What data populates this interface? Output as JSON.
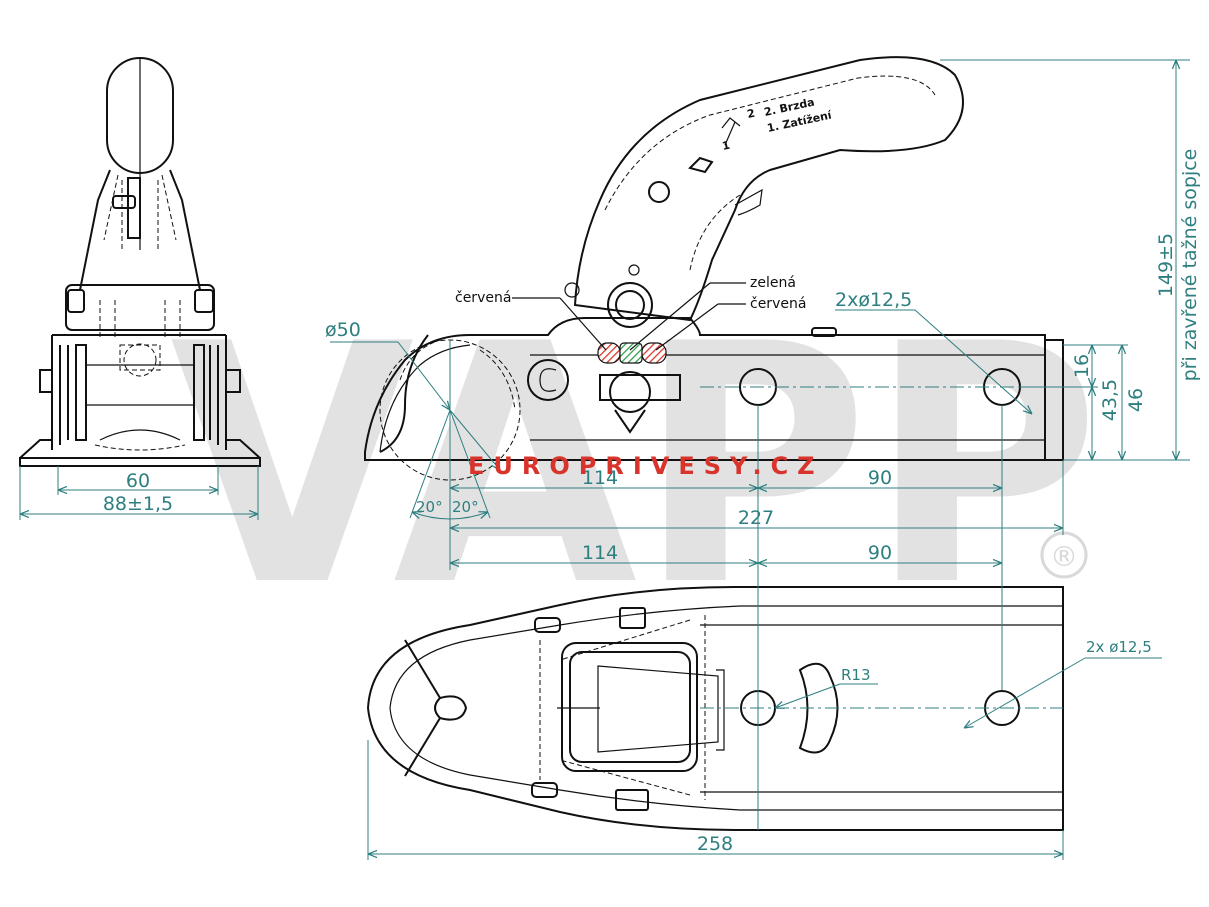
{
  "watermark": {
    "brand": "VAPP",
    "registered": "®"
  },
  "website": {
    "part1": "EUROPRIVESY",
    "dot": ".",
    "part2": "CZ"
  },
  "labels": {
    "cervena_left": "červená",
    "zelena": "zelená",
    "cervena_right": "červená"
  },
  "handle": {
    "text_line1": "2. Brzda",
    "text_line2": "1. Zatížení",
    "step_2": "2",
    "step_1": "1"
  },
  "dimensions": {
    "front_view": {
      "width_60": "60",
      "width_88": "88±1,5"
    },
    "side_view": {
      "ball_dia": "ø50",
      "angle_left": "20°",
      "angle_right": "20°",
      "dist_114": "114",
      "dist_90": "90",
      "len_227": "227",
      "holes": "2xø12,5",
      "h_16": "16",
      "h_43_5": "43,5",
      "h_46": "46",
      "h_149": "149±5",
      "h_149_note": "při zavřené tažné sopjce"
    },
    "top_view": {
      "dist_114": "114",
      "dist_90": "90",
      "holes": "2x ø12,5",
      "radius": "R13",
      "len_258": "258"
    }
  },
  "colors": {
    "dimension": "#2f7f80",
    "lines": "#111111",
    "red_marker": "#d9342b",
    "green_marker": "#2e9a4b",
    "watermark": "#d9d9d9",
    "site_red": "#d9342b"
  }
}
